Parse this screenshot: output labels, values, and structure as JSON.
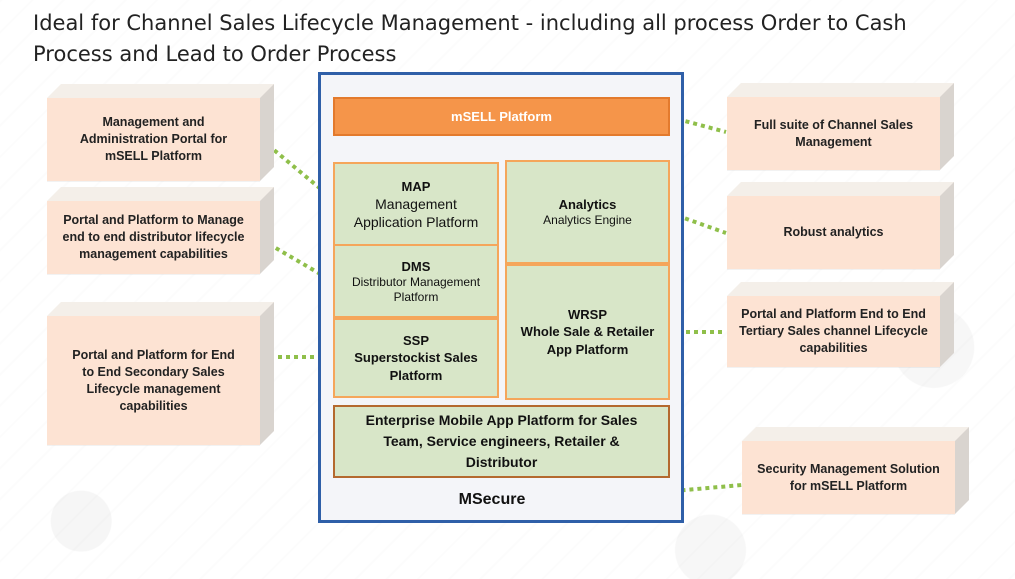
{
  "title": "Ideal for Channel Sales Lifecycle Management - including all process Order to Cash Process and Lead to Order Process",
  "platform": {
    "header": "mSELL Platform",
    "map": {
      "heading": "MAP",
      "subtitle": "Management Application Platform"
    },
    "dms": {
      "heading": "DMS",
      "subtitle": "Distributor Management Platform"
    },
    "ssp": {
      "heading": "SSP",
      "subtitle": "Superstockist Sales Platform"
    },
    "analytics": {
      "heading": "Analytics",
      "subtitle": "Analytics Engine"
    },
    "wrsp": {
      "heading": "WRSP",
      "subtitle": "Whole Sale & Retailer App Platform"
    },
    "enterprise": "Enterprise Mobile App Platform for Sales Team, Service engineers, Retailer & Distributor",
    "footer": "MSecure"
  },
  "left_boxes": [
    {
      "text": "Management and Administration Portal for mSELL Platform"
    },
    {
      "text": "Portal and Platform to Manage end to end distributor lifecycle management capabilities"
    },
    {
      "text": "Portal and Platform for End to End Secondary Sales Lifecycle management capabilities"
    }
  ],
  "right_boxes": [
    {
      "text": "Full suite of Channel Sales Management"
    },
    {
      "text": "Robust analytics"
    },
    {
      "text": "Portal and Platform End to End Tertiary Sales channel Lifecycle capabilities"
    },
    {
      "text": "Security Management Solution for mSELL Platform"
    }
  ],
  "colors": {
    "box_fill": "#fde3d3",
    "platform_border": "#2f5fa8",
    "header_fill": "#f5954a",
    "cell_fill": "#d8e6c8",
    "connector": "#8fbf4a"
  }
}
